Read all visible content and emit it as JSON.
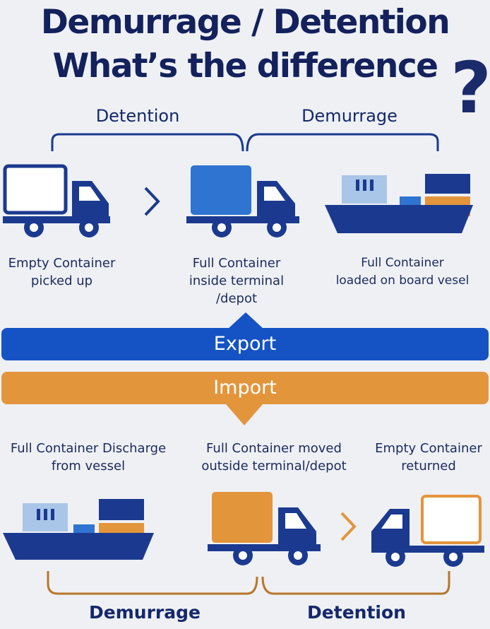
{
  "title": {
    "line1": "Demurrage / Detention",
    "line2": "What’s the difference",
    "question_mark": "?"
  },
  "export_flow": {
    "bracket_left_label": "Detention",
    "bracket_right_label": "Demurrage",
    "steps": [
      {
        "lines": [
          "Empty Container",
          "picked up"
        ]
      },
      {
        "lines": [
          "Full Container",
          "inside terminal",
          "/depot"
        ]
      },
      {
        "lines": [
          "Full Container",
          "loaded on board vesel"
        ]
      }
    ],
    "arrow": "›"
  },
  "bands": {
    "export_label": "Export",
    "import_label": "Import"
  },
  "import_flow": {
    "steps": [
      {
        "lines": [
          "Full Container Discharge",
          "from vessel"
        ]
      },
      {
        "lines": [
          "Full Container moved",
          "outside terminal/depot"
        ]
      },
      {
        "lines": [
          "Empty Container",
          "returned"
        ]
      }
    ],
    "bracket_left_label": "Demurrage",
    "bracket_right_label": "Detention",
    "arrow": "›"
  },
  "colors": {
    "navy": "#1b3a8f",
    "light_blue": "#2f74d0",
    "orange": "#e3953c",
    "title": "#13215c"
  }
}
